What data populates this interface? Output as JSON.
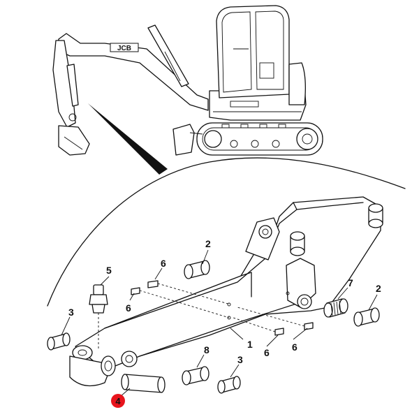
{
  "diagram": {
    "brand_text": "JCB",
    "highlight_color": "#e8141c",
    "callouts": [
      {
        "id": "c1",
        "text": "1"
      },
      {
        "id": "c2a",
        "text": "2"
      },
      {
        "id": "c2b",
        "text": "2"
      },
      {
        "id": "c3a",
        "text": "3"
      },
      {
        "id": "c3b",
        "text": "3"
      },
      {
        "id": "c4",
        "text": "4"
      },
      {
        "id": "c5",
        "text": "5"
      },
      {
        "id": "c6a",
        "text": "6"
      },
      {
        "id": "c6b",
        "text": "6"
      },
      {
        "id": "c6c",
        "text": "6"
      },
      {
        "id": "c6d",
        "text": "6"
      },
      {
        "id": "c7",
        "text": "7"
      },
      {
        "id": "c8",
        "text": "8"
      }
    ]
  }
}
